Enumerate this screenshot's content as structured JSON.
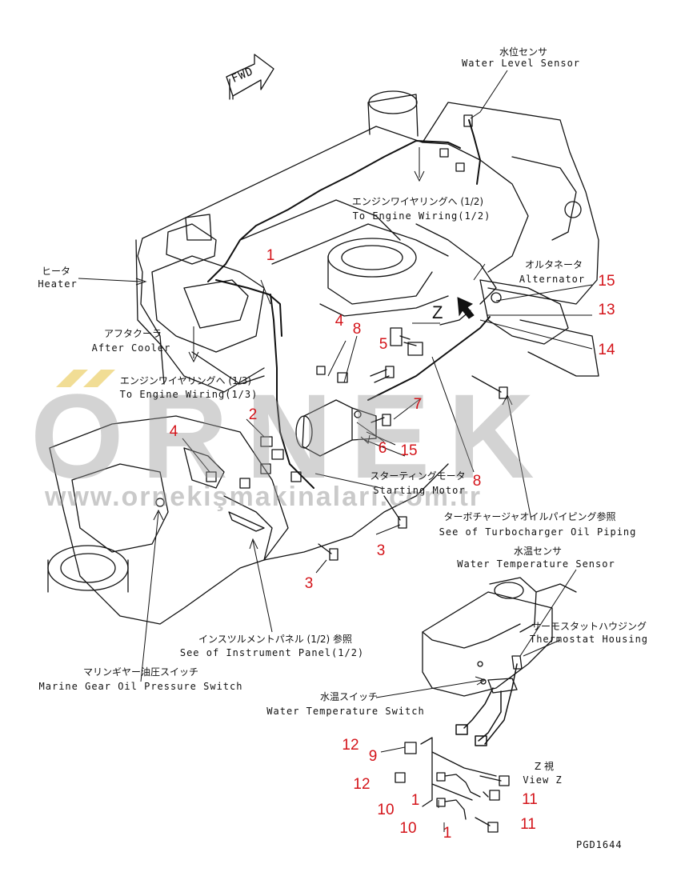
{
  "labels": {
    "water_level_jp": "水位センサ",
    "water_level_en": "Water Level Sensor",
    "to_engine_wiring_12_jp": "エンジンワイヤリングへ (1/2)",
    "to_engine_wiring_12_en": "To Engine Wiring(1/2)",
    "alternator_jp": "オルタネータ",
    "alternator_en": "Alternator",
    "heater_jp": "ヒータ",
    "heater_en": "Heater",
    "after_cooler_jp": "アフタクーラ",
    "after_cooler_en": "After Cooler",
    "to_engine_wiring_13_jp": "エンジンワイヤリングへ (1/3)",
    "to_engine_wiring_13_en": "To Engine Wiring(1/3)",
    "starting_motor_jp": "スターティングモータ",
    "starting_motor_en": "Starting Motor",
    "turbo_oil_jp": "ターボチャージャオイルパイピング参照",
    "turbo_oil_en": "See of Turbocharger Oil Piping",
    "water_temp_sensor_jp": "水温センサ",
    "water_temp_sensor_en": "Water Temperature Sensor",
    "thermostat_jp": "サーモスタットハウジング",
    "thermostat_en": "Thermostat Housing",
    "instrument_panel_jp": "インスツルメントパネル (1/2) 参照",
    "instrument_panel_en": "See of Instrument Panel(1/2)",
    "marine_gear_jp": "マリンギヤー油圧スイッチ",
    "marine_gear_en": "Marine Gear Oil Pressure Switch",
    "water_temp_switch_jp": "水温スイッチ",
    "water_temp_switch_en": "Water Temperature Switch",
    "view_z_jp": "Z 視",
    "view_z_en": "View Z",
    "z_marker": "Z",
    "fwd": "FWD",
    "doc_code": "PGD1644"
  },
  "callouts": {
    "c1a": "1",
    "c8a": "8",
    "c4a": "4",
    "c5": "5",
    "c15a": "15",
    "c13": "13",
    "c14": "14",
    "c2": "2",
    "c4b": "4",
    "c7": "7",
    "c6": "6",
    "c15b": "15",
    "c8b": "8",
    "c3a": "3",
    "c3b": "3",
    "c12a": "12",
    "c9": "9",
    "c12b": "12",
    "c10a": "10",
    "c1b": "1",
    "c11a": "11",
    "c10b": "10",
    "c1c": "1",
    "c11b": "11"
  },
  "watermark": {
    "brand": "ORNEK",
    "url": "www.ornekişmakinalari.com.tr"
  },
  "colors": {
    "callout": "#d4141a",
    "line": "#111111",
    "watermark": "#9a9a9a"
  }
}
